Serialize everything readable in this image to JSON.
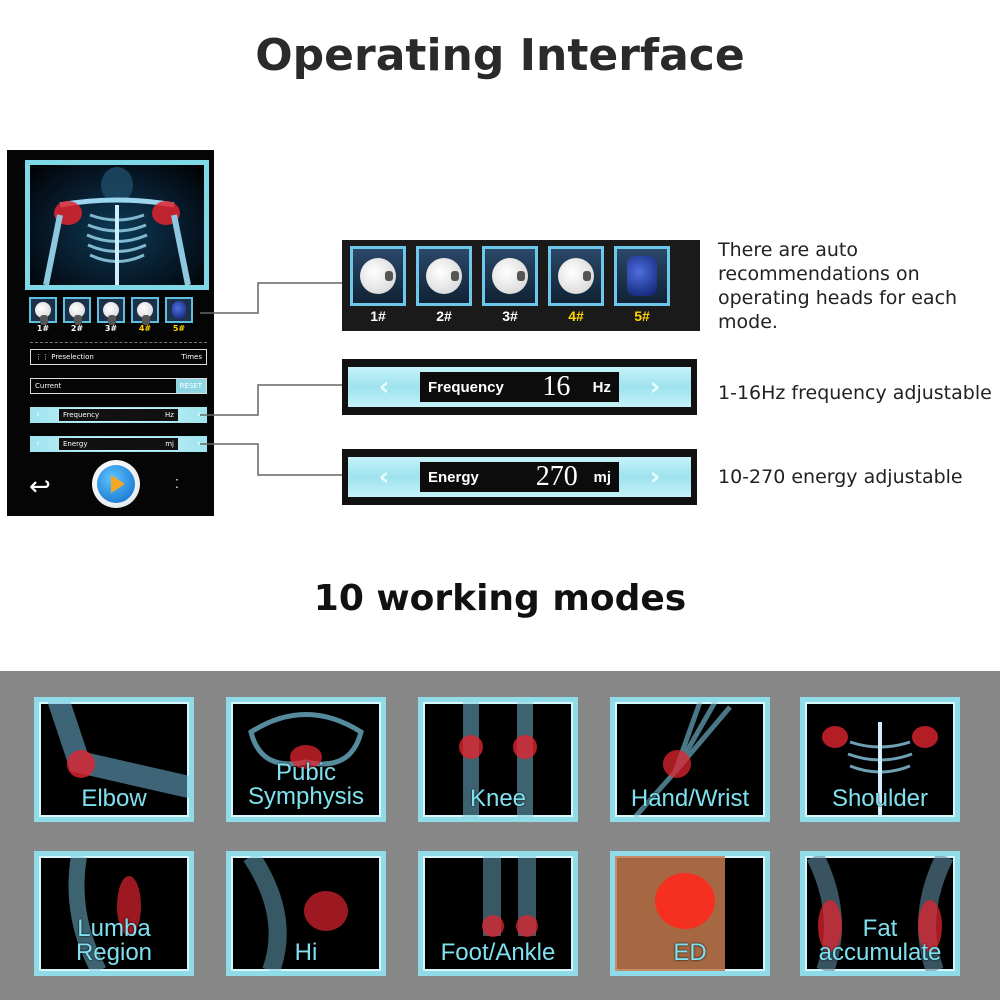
{
  "title": "Operating Interface",
  "device": {
    "heads": [
      {
        "label": "1#",
        "highlight": false
      },
      {
        "label": "2#",
        "highlight": false
      },
      {
        "label": "3#",
        "highlight": false
      },
      {
        "label": "4#",
        "highlight": true
      },
      {
        "label": "5#",
        "highlight": true
      }
    ],
    "preselection_label": "Preselection",
    "times_label": "Times",
    "current_label": "Current",
    "reset_label": "RESET",
    "frequency_label": "Frequency",
    "frequency_unit": "Hz",
    "energy_label": "Energy",
    "energy_unit": "mj"
  },
  "heads_panel": {
    "heads": [
      {
        "label": "1#",
        "highlight": false,
        "icon": "white-head-icon"
      },
      {
        "label": "2#",
        "highlight": false,
        "icon": "white-head-icon"
      },
      {
        "label": "3#",
        "highlight": false,
        "icon": "white-head-icon"
      },
      {
        "label": "4#",
        "highlight": true,
        "icon": "white-head-icon"
      },
      {
        "label": "5#",
        "highlight": true,
        "icon": "blue-head-icon"
      }
    ],
    "description": "There are auto recommendations on operating heads for each mode."
  },
  "frequency": {
    "label": "Frequency",
    "value": "16",
    "unit": "Hz",
    "description": "1-16Hz frequency adjustable"
  },
  "energy": {
    "label": "Energy",
    "value": "270",
    "unit": "mj",
    "description": "10-270 energy adjustable"
  },
  "modes_title": "10 working modes",
  "modes": [
    {
      "label": "Elbow"
    },
    {
      "label": "Pubic Symphysis"
    },
    {
      "label": "Knee"
    },
    {
      "label": "Hand/Wrist"
    },
    {
      "label": "Shoulder"
    },
    {
      "label": "Lumba Region"
    },
    {
      "label": "Hi"
    },
    {
      "label": "Foot/Ankle"
    },
    {
      "label": "ED"
    },
    {
      "label": "Fat accumulate"
    }
  ],
  "colors": {
    "accent_cyan": "#8fdbe7",
    "highlight_yellow": "#ffd400",
    "panel_gray": "#878787"
  }
}
